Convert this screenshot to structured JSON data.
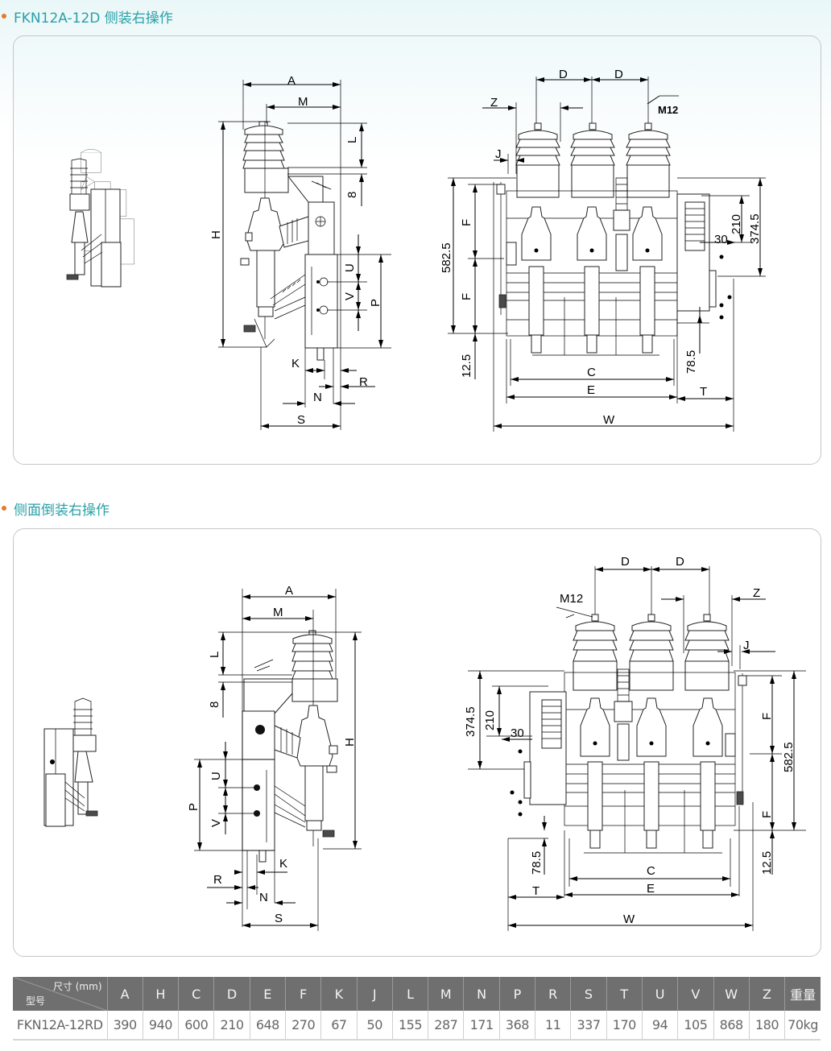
{
  "sections": [
    {
      "title": "FKN12A-12D 侧装右操作",
      "side_view_labels": {
        "A": "A",
        "M": "M",
        "L": "L",
        "eight": "8",
        "H": "H",
        "U": "U",
        "V": "V",
        "P": "P",
        "K": "K",
        "R": "R",
        "N": "N",
        "S": "S"
      },
      "front_view_labels": {
        "D1": "D",
        "D2": "D",
        "Z": "Z",
        "M12": "M12",
        "J": "J",
        "F1": "F",
        "F2": "F",
        "d582": "582.5",
        "d12": "12.5",
        "d210": "210",
        "d374": "374.5",
        "d30": "30",
        "d78": "78.5",
        "C": "C",
        "E": "E",
        "T": "T",
        "W": "W"
      }
    },
    {
      "title": "侧面倒装右操作",
      "side_view_labels": {
        "A": "A",
        "M": "M",
        "L": "L",
        "eight": "8",
        "H": "H",
        "U": "U",
        "V": "V",
        "P": "P",
        "K": "K",
        "R": "R",
        "N": "N",
        "S": "S"
      },
      "front_view_labels": {
        "D1": "D",
        "D2": "D",
        "Z": "Z",
        "M12": "M12",
        "J": "J",
        "F1": "F",
        "F2": "F",
        "d582": "582.5",
        "d12": "12.5",
        "d210": "210",
        "d374": "374.5",
        "d30": "30",
        "d78": "78.5",
        "C": "C",
        "E": "E",
        "T": "T",
        "W": "W"
      }
    }
  ],
  "table": {
    "corner_top": "尺寸 (mm)",
    "corner_bottom": "型号",
    "columns": [
      "A",
      "H",
      "C",
      "D",
      "E",
      "F",
      "K",
      "J",
      "L",
      "M",
      "N",
      "P",
      "R",
      "S",
      "T",
      "U",
      "V",
      "W",
      "Z",
      "重量"
    ],
    "rows": [
      {
        "model": "FKN12A-12RD",
        "values": [
          "390",
          "940",
          "600",
          "210",
          "648",
          "270",
          "67",
          "50",
          "155",
          "287",
          "171",
          "368",
          "11",
          "337",
          "170",
          "94",
          "105",
          "868",
          "180",
          "70kg"
        ]
      }
    ]
  },
  "colors": {
    "title": "#2aa0a8",
    "bullet": "#e6782a",
    "table_header": "#6f6f6f"
  }
}
